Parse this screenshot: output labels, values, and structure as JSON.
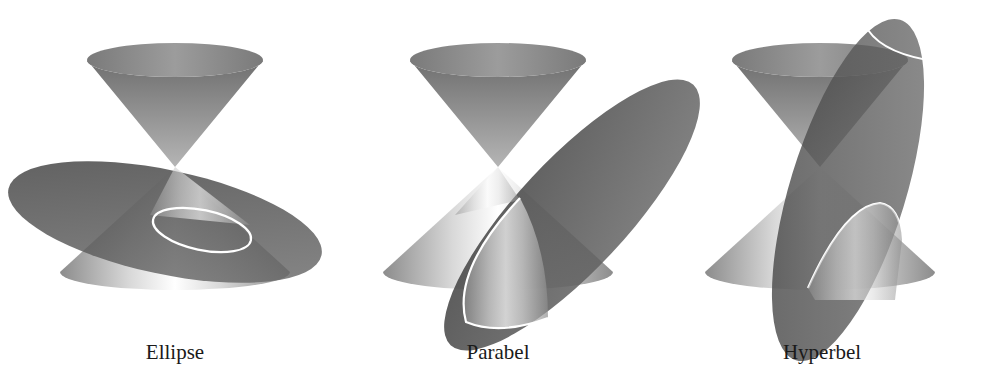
{
  "diagram": {
    "labels": [
      "Ellipse",
      "Parabel",
      "Hyperbel"
    ]
  }
}
